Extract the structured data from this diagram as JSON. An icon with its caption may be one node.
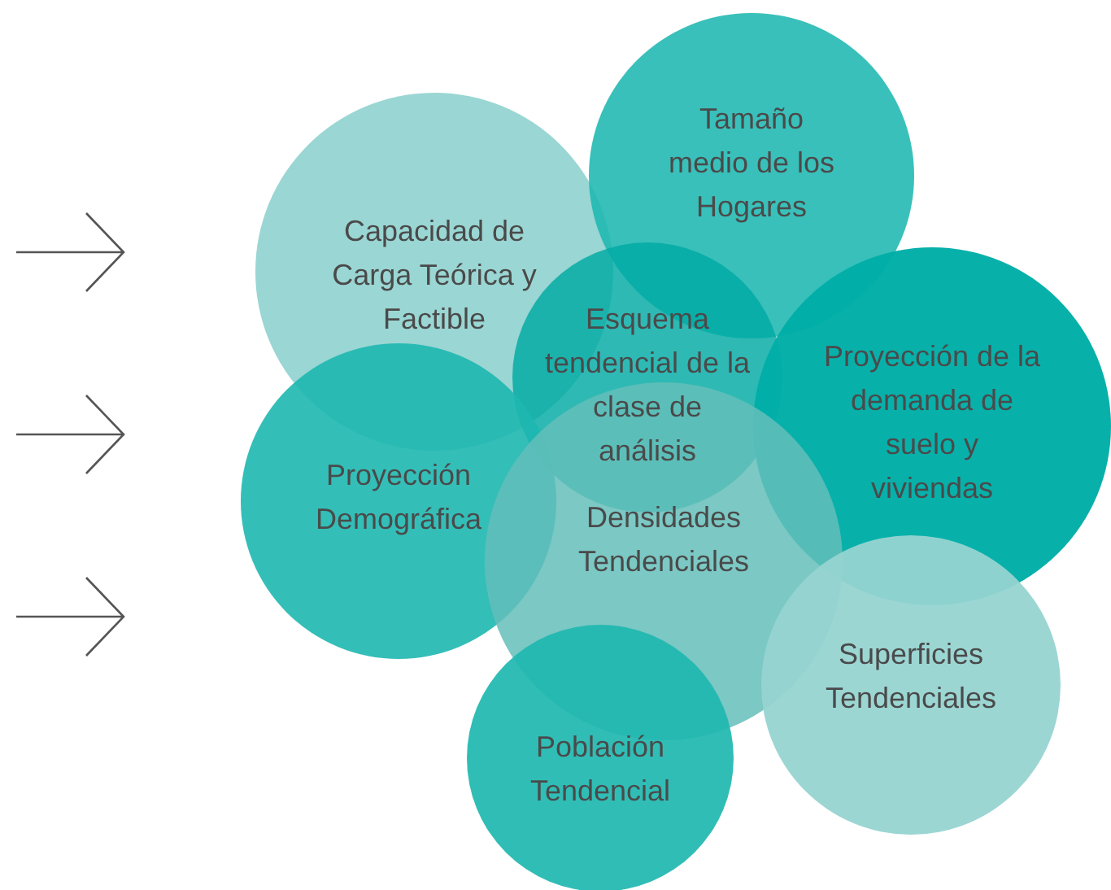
{
  "diagram": {
    "nodes": [
      {
        "text": [
          "Capacidad de Carga Teórica y Factible"
        ]
      },
      {
        "text": [
          "Tamaño medio de los Hogares"
        ]
      },
      {
        "text": [
          "Esquema tendencial de la clase de análisis"
        ]
      },
      {
        "text": [
          "Proyección de la demanda de suelo y viviendas"
        ]
      },
      {
        "text": [
          "Proyección Demográfica"
        ]
      },
      {
        "text": [
          "Densidades Tendenciales"
        ]
      },
      {
        "text": [
          "Superficies Tendenciales"
        ]
      },
      {
        "text": [
          "Población Tendencial"
        ]
      }
    ]
  }
}
